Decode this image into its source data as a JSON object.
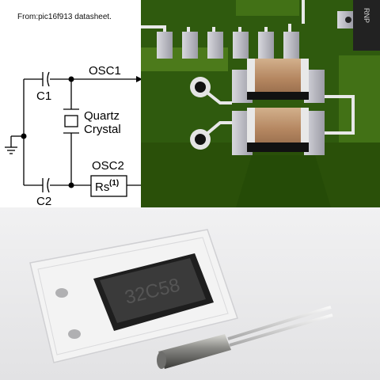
{
  "source_note": "From:pic16f913 datasheet.",
  "schematic": {
    "labels": {
      "osc1": "OSC1",
      "osc2": "OSC2",
      "c1": "C1",
      "c2": "C2",
      "quartz": "Quartz",
      "crystal": "Crystal",
      "rs": "Rs",
      "rs_note": "(1)"
    }
  },
  "pcb": {
    "chip_marking": "RNP"
  },
  "photo": {
    "smd_crystal_marking": "32C58"
  },
  "colors": {
    "pcb_green": "#2f5a0e",
    "pcb_trace": "#4c7a1b",
    "pad_silver": "#b7b7bf",
    "capacitor_tan": "#b98d66",
    "photo_background": "#e9e9ea"
  }
}
